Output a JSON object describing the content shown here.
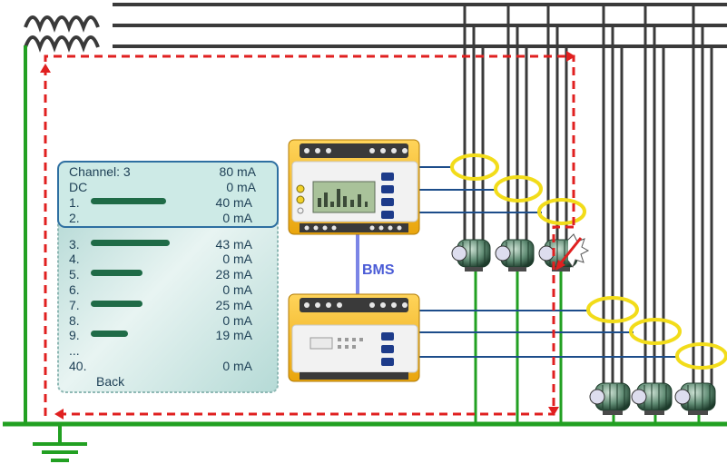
{
  "bms_label": "BMS",
  "display": {
    "header": {
      "label": "Channel: 3",
      "value": "80 mA"
    },
    "dc": {
      "label": "DC",
      "value": "0 mA"
    },
    "channels": [
      {
        "label": "1.",
        "value": "40 mA",
        "level": 0.55
      },
      {
        "label": "2.",
        "value": "0 mA",
        "level": 0
      },
      {
        "label": "3.",
        "value": "43 mA",
        "level": 0.58
      },
      {
        "label": "4.",
        "value": "0 mA",
        "level": 0
      },
      {
        "label": "5.",
        "value": "28 mA",
        "level": 0.38
      },
      {
        "label": "6.",
        "value": "0 mA",
        "level": 0
      },
      {
        "label": "7.",
        "value": "25 mA",
        "level": 0.38
      },
      {
        "label": "8.",
        "value": "0 mA",
        "level": 0
      },
      {
        "label": "9.",
        "value": "19 mA",
        "level": 0.27
      }
    ],
    "ellipsis": "...",
    "last": {
      "label": "40.",
      "value": "0 mA"
    },
    "back_label": "Back"
  },
  "colors": {
    "phase_line": "#3a3a3a",
    "earth": "#22a022",
    "fault_path": "#e02020",
    "sensor_ring": "#f2dc1a",
    "device_yellow": "#f5b81c",
    "lcd_background": "#cde6e3",
    "bar": "#1f6b47",
    "bms_link": "#7b85e6"
  },
  "icons": [
    "transformer-icon",
    "earth-ground-icon",
    "motor-icon",
    "current-sensor-icon",
    "fault-arrow-icon",
    "monitoring-device-icon"
  ]
}
